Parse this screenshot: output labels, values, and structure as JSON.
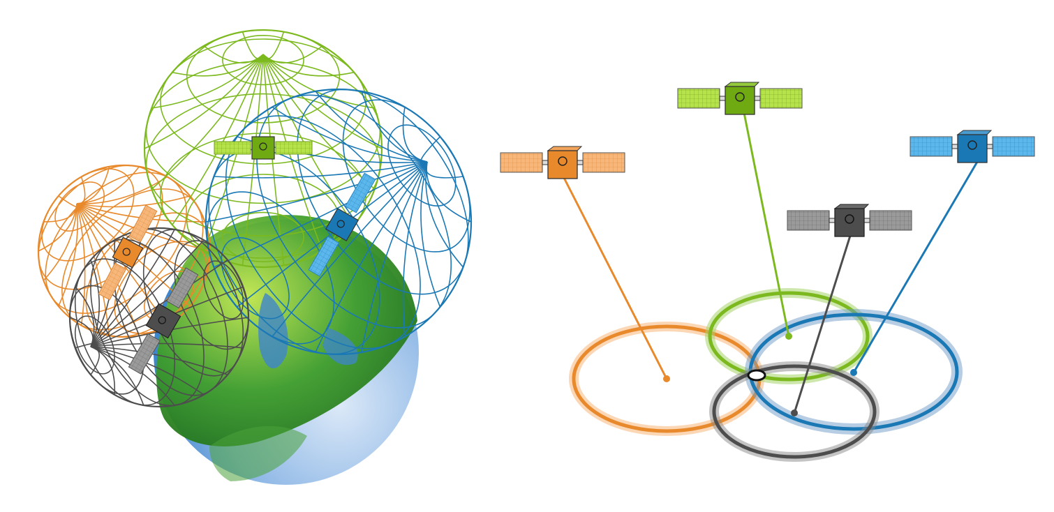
{
  "colors": {
    "orange": "#e8892b",
    "orange_light": "#f7b77a",
    "green": "#7cb91e",
    "green_light": "#b6e24a",
    "blue": "#1a78b5",
    "blue_light": "#5bb7ec",
    "gray": "#4d4d4d",
    "gray_light": "#9a9a9a",
    "ocean": "#3f86cc",
    "land": "#3f9e2b"
  },
  "left_panel": {
    "globe": {
      "name": "earth-globe"
    },
    "spheres": [
      {
        "color": "orange",
        "name": "orange-range-sphere"
      },
      {
        "color": "green",
        "name": "green-range-sphere"
      },
      {
        "color": "blue",
        "name": "blue-range-sphere"
      },
      {
        "color": "gray",
        "name": "gray-range-sphere"
      }
    ]
  },
  "right_panel": {
    "satellites": [
      {
        "color": "orange",
        "name": "orange-satellite"
      },
      {
        "color": "green",
        "name": "green-satellite"
      },
      {
        "color": "gray",
        "name": "gray-satellite"
      },
      {
        "color": "blue",
        "name": "blue-satellite"
      }
    ],
    "intersection_marker": "position-fix-marker"
  }
}
